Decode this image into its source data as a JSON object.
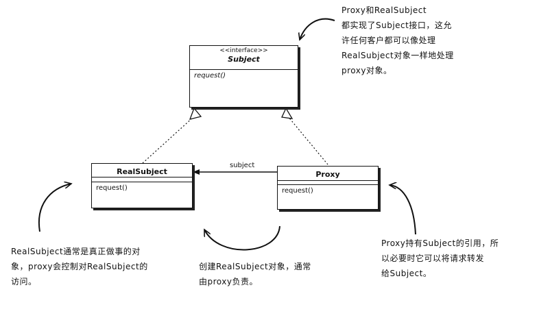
{
  "classes": {
    "subject": {
      "stereotype": "<<interface>>",
      "name": "Subject",
      "operation": "request()"
    },
    "real_subject": {
      "name": "RealSubject",
      "operation": "request()"
    },
    "proxy": {
      "name": "Proxy",
      "operation": "request()"
    }
  },
  "association": {
    "label": "subject"
  },
  "notes": {
    "top_right": [
      "Proxy和RealSubject",
      "都实现了Subject接口，这允",
      "许任何客户都可以像处理",
      "RealSubject对象一样地处理",
      "proxy对象。"
    ],
    "bottom_left": [
      "RealSubject通常是真正做事的对",
      "象，proxy会控制对RealSubject的",
      "访问。"
    ],
    "bottom_center": [
      "创建RealSubject对象，通常",
      "由proxy负责。"
    ],
    "bottom_right": [
      "Proxy持有Subject的引用，所",
      "以必要时它可以将请求转发",
      "给Subject。"
    ]
  }
}
